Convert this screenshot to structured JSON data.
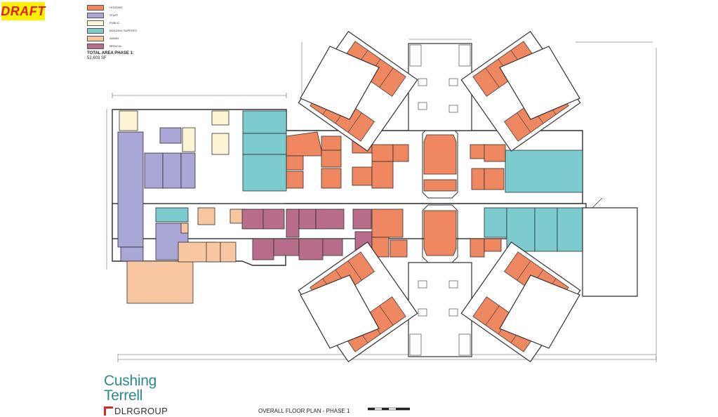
{
  "draft_label": "DRAFT",
  "legend": [
    {
      "label": "HOUSING",
      "color": "#ef8761"
    },
    {
      "label": "STAFF",
      "color": "#aaa6d6"
    },
    {
      "label": "PUBLIC",
      "color": "#fcf4d4"
    },
    {
      "label": "BUILDING SUPPORT",
      "color": "#7ccbce"
    },
    {
      "label": "ADMIN",
      "color": "#f8c7a1"
    },
    {
      "label": "MEDICAL",
      "color": "#b86d8b"
    }
  ],
  "total_area_label": "TOTAL AREA PHASE 1:",
  "total_area_value": "52,603 SF",
  "colors": {
    "housing": "#ef8761",
    "staff": "#aaa6d6",
    "public": "#fcf4d4",
    "support": "#7ccbce",
    "admin": "#f8c7a1",
    "medical": "#b86d8b",
    "line": "#2f2f2f"
  },
  "brand": {
    "line1": "Cushing",
    "line2": "Terrell",
    "dlr": "DLRGROUP"
  },
  "drawing_title": "OVERALL FLOOR PLAN - PHASE 1"
}
